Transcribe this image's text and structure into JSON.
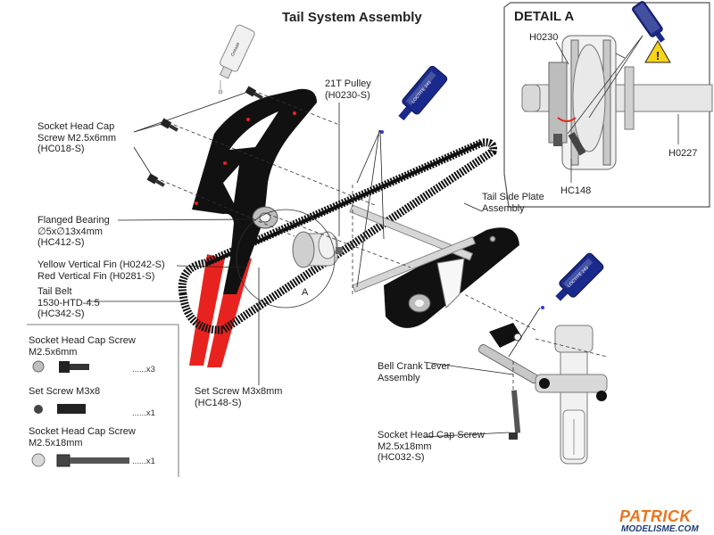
{
  "title": "Tail System Assembly",
  "detail": {
    "title": "DETAIL A",
    "labels": {
      "h0230": "H0230",
      "h0227": "H0227",
      "hc148": "HC148"
    }
  },
  "labels": {
    "socket_cap_1": [
      "Socket Head Cap",
      "Screw M2.5x6mm",
      "(HC018-S)"
    ],
    "flanged_bearing": [
      "Flanged Bearing",
      "∅5x∅13x4mm",
      "(HC412-S)"
    ],
    "fins": [
      "Yellow Vertical Fin (H0242-S)",
      "Red Vertical Fin (H0281-S)"
    ],
    "tail_belt": [
      "Tail Belt",
      "1530-HTD-4.5",
      "(HC342-S)"
    ],
    "pulley": [
      "21T Pulley",
      "(H0230-S)"
    ],
    "side_plate": [
      "Tail Side Plate",
      "Assembly"
    ],
    "set_screw": [
      "Set Screw M3x8mm",
      "(HC148-S)"
    ],
    "bell_crank": [
      "Bell Crank Lever",
      "Assembly"
    ],
    "socket_cap_2": [
      "Socket Head Cap Screw",
      "M2.5x18mm",
      "(HC032-S)"
    ],
    "detail_marker": "A"
  },
  "belt_text": "1530-HTD-4.5",
  "bottle_text": "LOCTITE 243",
  "grease_text": "Grease",
  "parts_list": [
    {
      "name": "Socket Head Cap Screw",
      "spec": "M2.5x6mm",
      "qty": "......x3"
    },
    {
      "name": "Set Screw M3x8",
      "spec": "",
      "qty": "......x1"
    },
    {
      "name": "Socket Head Cap Screw",
      "spec": "M2.5x18mm",
      "qty": "......x1"
    }
  ],
  "logo": {
    "brand": "PATRICK",
    "site": "MODELISME.COM"
  },
  "colors": {
    "fin_red": "#e8231f",
    "black": "#111111",
    "loctite_blue": "#1a2a8c",
    "logo_orange": "#e87520"
  }
}
